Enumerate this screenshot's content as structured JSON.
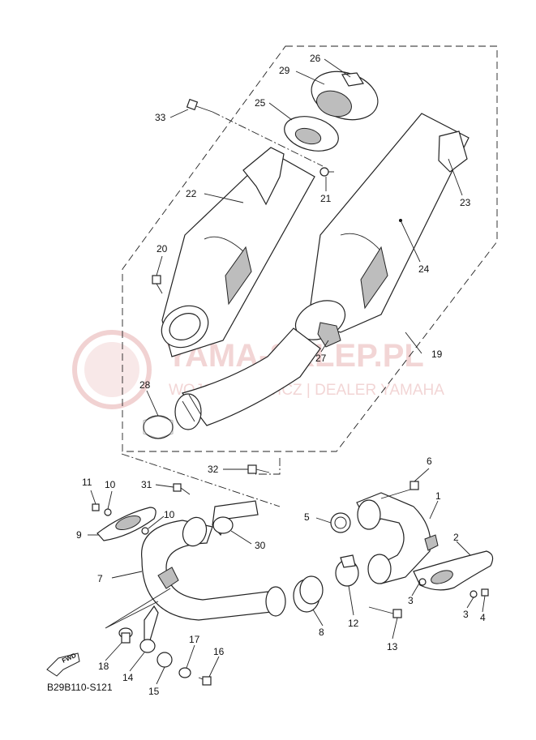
{
  "diagram_code": "B29B110-S121",
  "fwd_label": "FWD",
  "watermark": {
    "main": "YAMA-SKLEP.PL",
    "sub": "WOJCIECHOWICZ | DEALER YAMAHA"
  },
  "callouts": [
    "1",
    "2",
    "3",
    "3",
    "4",
    "5",
    "6",
    "7",
    "8",
    "9",
    "10",
    "10",
    "11",
    "12",
    "13",
    "14",
    "15",
    "16",
    "17",
    "18",
    "19",
    "20",
    "21",
    "22",
    "23",
    "24",
    "25",
    "26",
    "27",
    "28",
    "29",
    "30",
    "31",
    "32",
    "33"
  ]
}
